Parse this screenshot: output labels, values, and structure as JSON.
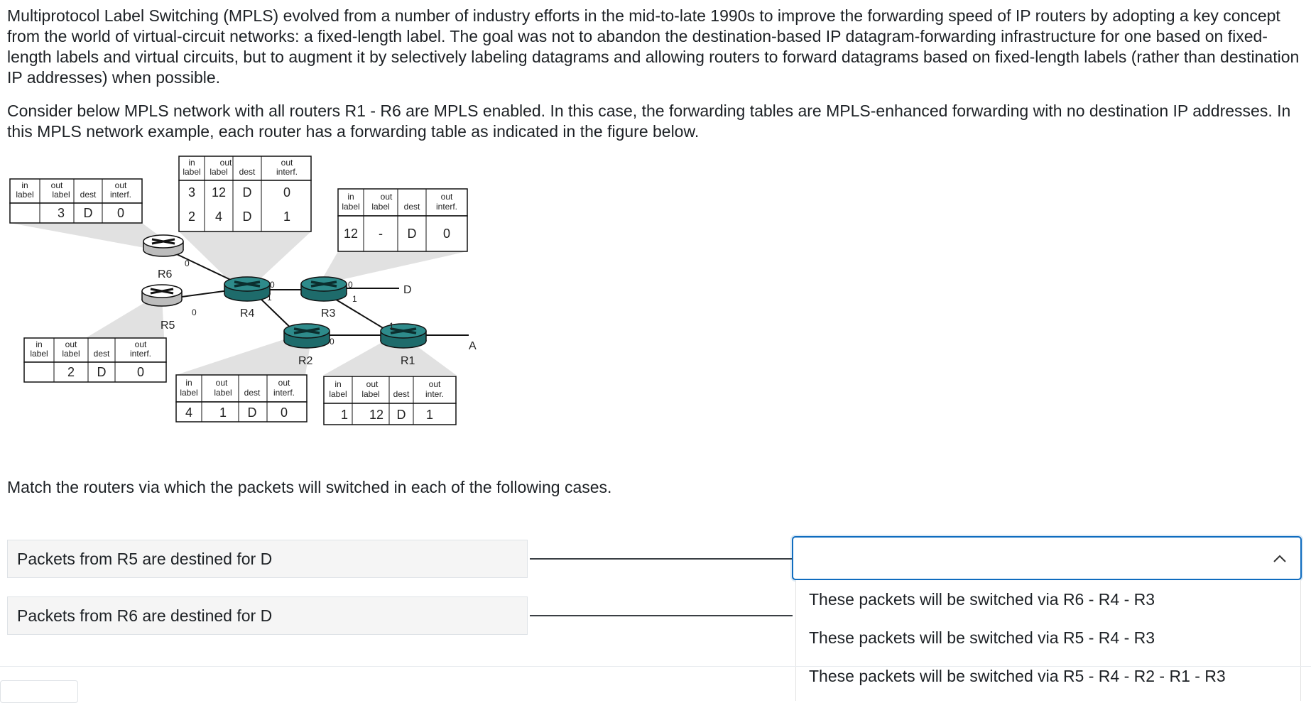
{
  "intro_paragraph": "Multiprotocol Label Switching (MPLS) evolved from a number of industry efforts in the mid-to-late 1990s to improve the forwarding speed of IP routers by adopting a key concept from the world of virtual-circuit networks: a fixed-length label. The goal was not to abandon the destination-based IP datagram-forwarding infrastructure for one based on fixed-length labels and virtual circuits, but to augment it by selectively labeling datagrams and allowing routers to forward datagrams based on fixed-length labels (rather than destination IP addresses) when possible.",
  "context_paragraph": "Consider below MPLS network with all routers R1 - R6 are MPLS enabled. In this case, the forwarding tables are MPLS-enhanced forwarding with no destination IP addresses. In this MPLS network example, each router has a forwarding table as indicated in the figure below.",
  "instruction": "Match the routers via which the packets will switched in each of the following cases.",
  "figure": {
    "routers": [
      "R1",
      "R2",
      "R3",
      "R4",
      "R5",
      "R6"
    ],
    "hosts": [
      "D",
      "A"
    ],
    "interfaces": [
      "0",
      "1"
    ],
    "table_headers": {
      "in": "in",
      "label": "label",
      "out": "out",
      "dest": "dest",
      "interf": "interf.",
      "inter": "inter."
    },
    "table_r6": {
      "rows": [
        [
          "",
          "3",
          "D",
          "0"
        ]
      ]
    },
    "table_r4": {
      "rows": [
        [
          "3",
          "12",
          "D",
          "0"
        ],
        [
          "2",
          "4",
          "D",
          "1"
        ]
      ]
    },
    "table_r3": {
      "rows": [
        [
          "12",
          "-",
          "D",
          "0"
        ]
      ]
    },
    "table_r5": {
      "rows": [
        [
          "",
          "2",
          "D",
          "0"
        ]
      ]
    },
    "table_r2": {
      "rows": [
        [
          "4",
          "1",
          "D",
          "0"
        ]
      ]
    },
    "table_r1": {
      "rows": [
        [
          "1",
          "12",
          "D",
          "1"
        ]
      ]
    }
  },
  "questions": [
    {
      "prompt": "Packets from R5 are destined for D"
    },
    {
      "prompt": "Packets from R6 are destined for D"
    }
  ],
  "dropdown": {
    "selected": "",
    "options": [
      "These packets will be switched via R6 - R4 - R3",
      "These packets will be switched via R5 - R4 - R3",
      "These packets will be switched via R5 - R4 - R2 - R1 - R3"
    ],
    "icon": "chevron-up-icon"
  },
  "colors": {
    "accent": "#0f6cbf",
    "router_mpls": "#2e8b8b",
    "router_plain": "#ffffff"
  }
}
